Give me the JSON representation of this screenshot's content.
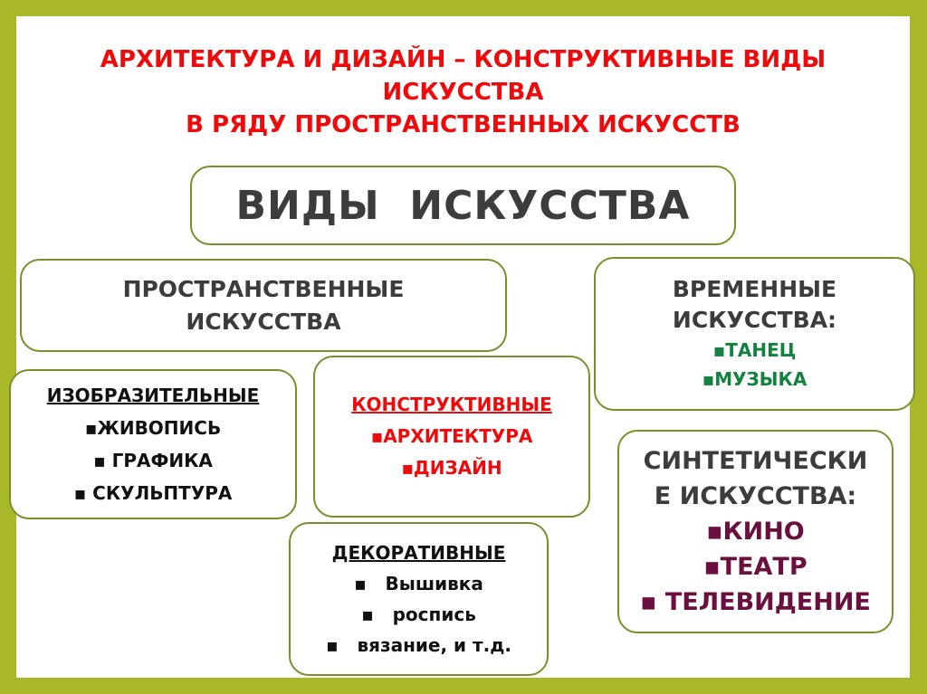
{
  "slide": {
    "title_lines": [
      "АРХИТЕКТУРА И ДИЗАЙН – КОНСТРУКТИВНЫЕ ВИДЫ",
      "ИСКУССТВА",
      "В РЯДУ ПРОСТРАНСТВЕННЫХ  ИСКУССТВ"
    ],
    "root": "ВИДЫ  ИСКУССТВА",
    "spatial": {
      "lines": [
        "ПРОСТРАНСТВЕННЫЕ",
        "ИСКУССТВА"
      ]
    },
    "temporal": {
      "lines": [
        "ВРЕМЕННЫЕ",
        "ИСКУССТВА:"
      ],
      "items": [
        "ТАНЕЦ",
        "МУЗЫКА"
      ]
    },
    "fine": {
      "heading": "ИЗОБРАЗИТЕЛЬНЫЕ",
      "items": [
        "ЖИВОПИСЬ",
        " ГРАФИКА",
        " СКУЛЬПТУРА"
      ]
    },
    "constructive": {
      "heading": "КОНСТРУКТИВНЫЕ",
      "items": [
        "АРХИТЕКТУРА",
        "ДИЗАЙН"
      ]
    },
    "synthetic": {
      "lines": [
        "СИНТЕТИЧЕСКИ",
        "Е ИСКУССТВА:"
      ],
      "items": [
        "КИНО",
        "ТЕАТР",
        " ТЕЛЕВИДЕНИЕ"
      ]
    },
    "decorative": {
      "heading": "ДЕКОРАТИВНЫЕ",
      "items": [
        "   Вышивка",
        "   роспись",
        "   вязание, и т.д."
      ]
    },
    "colors": {
      "frame": "#a8b828",
      "box_border": "#7b8e2b",
      "title_red": "#ee0a0a",
      "text_dark": "#3c3c3c",
      "green": "#12823e",
      "purple": "#6b0f3f"
    }
  }
}
